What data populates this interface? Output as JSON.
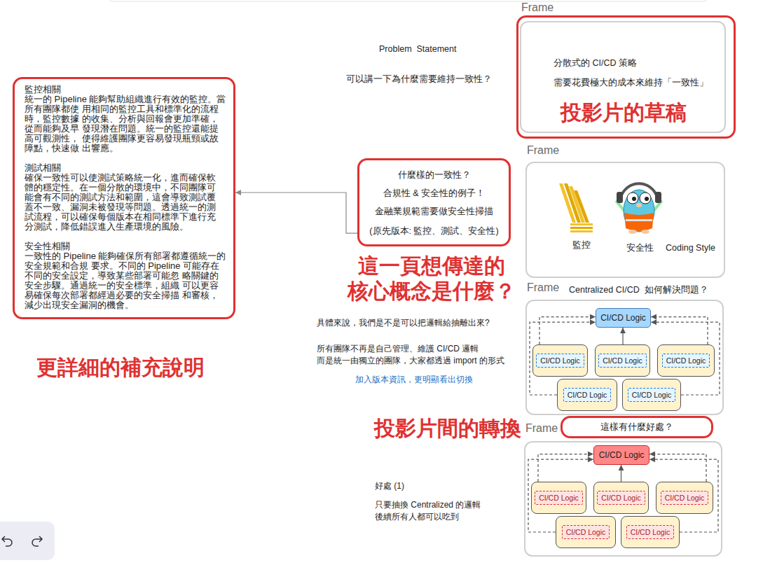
{
  "diagram": {
    "nodes": [
      {
        "text": [
          "投影片的草稿"
        ]
      },
      {
        "text": [
          "Frame",
          "分散式的 CI/CD 策略",
          "需要花費極大的成本來維持「一致性」"
        ],
        "in": 0
      },
      {
        "text": [
          "監控相關",
          "統一的 Pipeline 能夠幫助組織進行有效的監控。當所有團隊都使 用相同的監控工具和標準化的流程時，監控數據 的收集、分析與回報會更加準確，從而能夠及早 發現潛在問題。統一的監控還能提高可觀測性， 使得維護團隊更容易發現瓶頸或故障點，快速做 出響應。",
          "測試相關",
          "確保一致性可以使測試策略統一化，進而確保軟 體的穩定性。在一個分散的環境中，不同團隊可 能會有不同的測試方法和範圍，這會導致測試覆 蓋不一致、漏洞未被發現等問題。透過統一的測 試流程，可以確保每個版本在相同標準下進行充 分測試，降低錯誤進入生產環境的風險。",
          "安全性相關",
          "一致性的 Pipeline 能夠確保所有部署都遵循統一的安全規範和合規 要求。不同的 Pipeline 可能存在不同的安全設定，導致某些部署可能忽 略關鍵的安全步驟。通過統一的安全標準，組織 可以更容易確保每次部署都經過必要的安全掃描 和審核，減少出現安全漏洞的機會。"
        ]
      },
      {
        "text": [
          "什麼樣的一致性？",
          "合規性 & 安全性的例子！",
          "金融業規範需要做安全性掃描",
          "(原先版本: 監控、測試、安全性)"
        ]
      },
      {
        "text": [
          "Frame",
          "監控",
          "安全性",
          "Coding Style"
        ]
      },
      {
        "text": [
          "Frame",
          "Centralized CI/CD  如何解決問題？"
        ]
      },
      {
        "text": [
          "CI/CD Logic"
        ],
        "in": 5
      },
      {
        "text": [
          "CI/CD Logic"
        ],
        "in": 5
      },
      {
        "text": [
          "CI/CD Logic"
        ],
        "in": 5
      },
      {
        "text": [
          "CI/CD Logic"
        ],
        "in": 5
      },
      {
        "text": [
          "CI/CD Logic"
        ],
        "in": 5
      },
      {
        "text": [
          "CI/CD Logic"
        ],
        "in": 5
      },
      {
        "text": [
          "這樣有什麼好處？"
        ]
      },
      {
        "text": [
          "Frame"
        ]
      },
      {
        "text": [
          "CI/CD Logic"
        ],
        "in": 13
      },
      {
        "text": [
          "CI/CD Logic"
        ],
        "in": 13
      },
      {
        "text": [
          "CI/CD Logic"
        ],
        "in": 13
      },
      {
        "text": [
          "CI/CD Logic"
        ],
        "in": 13
      },
      {
        "text": [
          "CI/CD Logic"
        ],
        "in": 13
      },
      {
        "text": [
          "CI/CD Logic"
        ],
        "in": 13
      }
    ],
    "edges": [
      {
        "from": 3,
        "to": 2,
        "arrow": "to"
      },
      {
        "from": 7,
        "to": 6,
        "arrow": "to"
      },
      {
        "from": 8,
        "to": 6,
        "arrow": "to"
      },
      {
        "from": 9,
        "to": 6,
        "arrow": "to"
      },
      {
        "from": 10,
        "to": 6,
        "arrow": "to"
      },
      {
        "from": 11,
        "to": 6,
        "arrow": "to"
      },
      {
        "from": 15,
        "to": 14,
        "arrow": "to"
      },
      {
        "from": 16,
        "to": 14,
        "arrow": "to"
      },
      {
        "from": 17,
        "to": 14,
        "arrow": "to"
      },
      {
        "from": 18,
        "to": 14,
        "arrow": "to"
      },
      {
        "from": 19,
        "to": 14,
        "arrow": "to"
      }
    ],
    "labels": [
      "Problem  Statement",
      "可以講一下為什麼需要維持一致性？",
      "更詳細的補充說明",
      "這一頁想傳達的 核心概念是什麼？",
      "具體來說，我們是不是可以把邏輯給抽離出來?",
      "所有團隊不再是自己管理、維護 CI/CD 邏輯 而是統一由獨立的團隊，大家都透過 import 的形式",
      "加入版本資訊，更明顯看出切換",
      "投影片間的轉換",
      "好處 (1)",
      "只要抽換 Centralized 的邏輯 後續所有人都可以吃到"
    ]
  }
}
